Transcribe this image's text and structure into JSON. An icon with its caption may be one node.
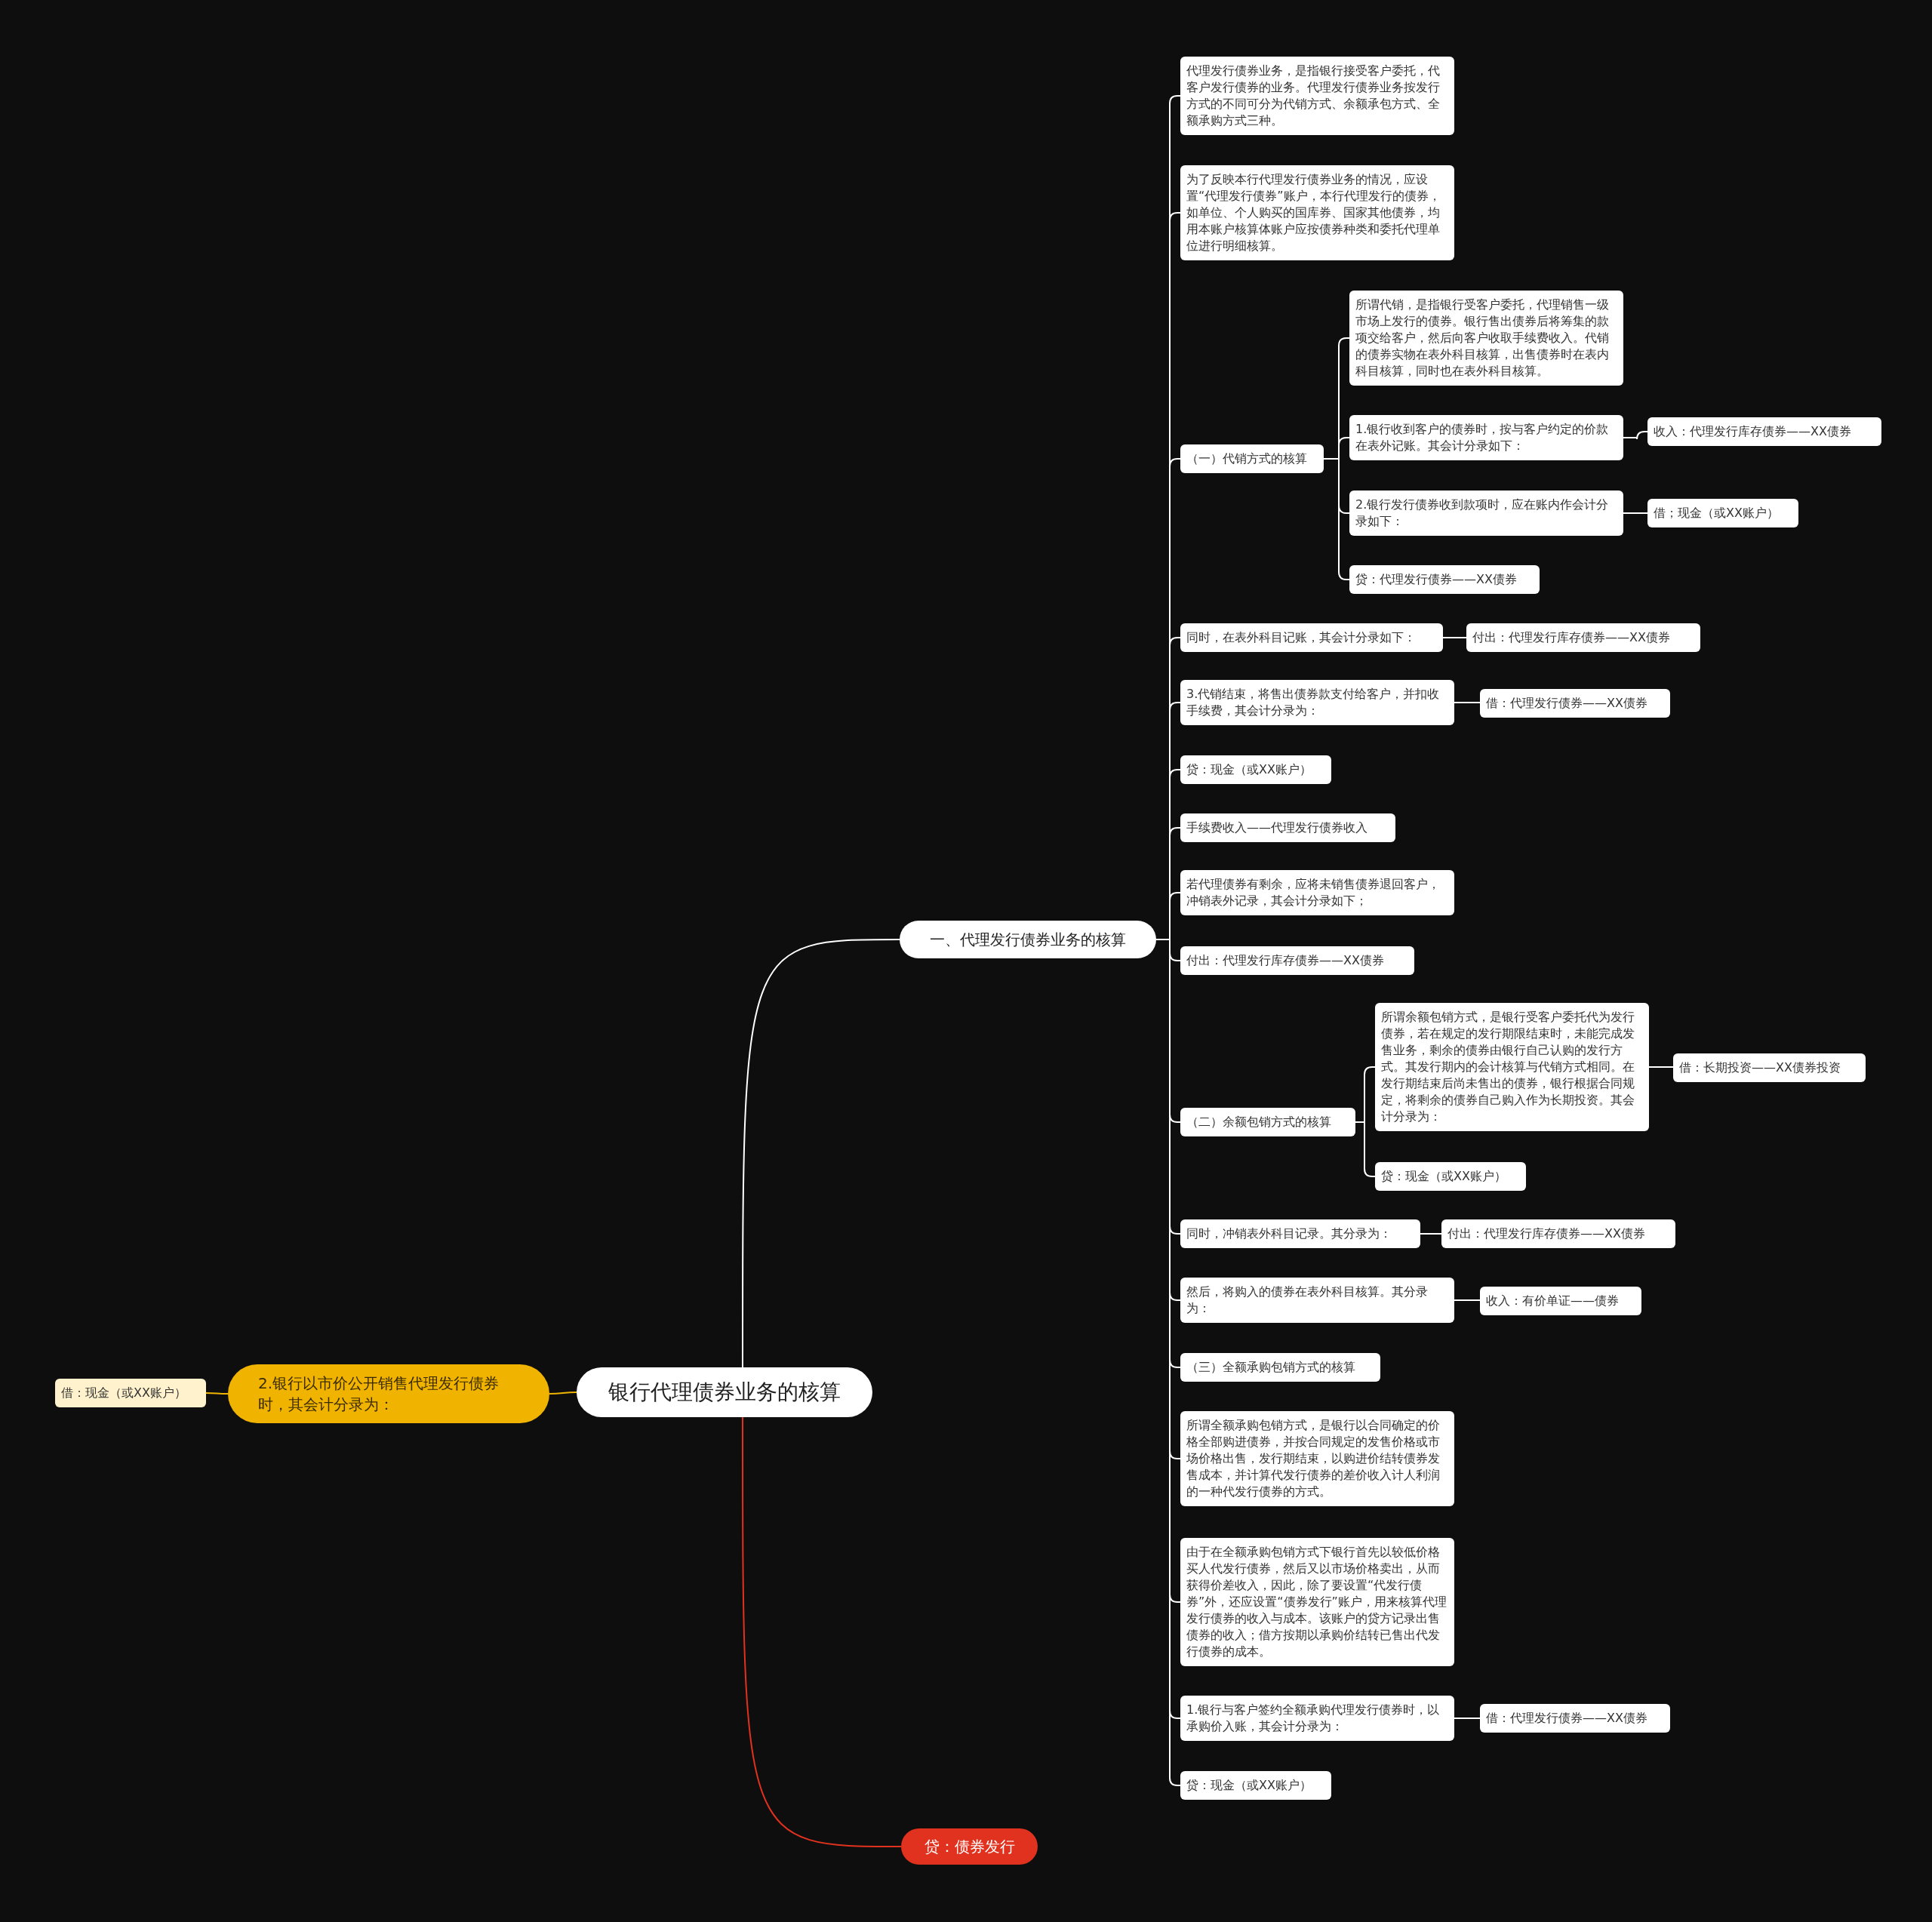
{
  "diagram": {
    "nodes": [
      {
        "text": [
          "银行代理债券业务的核算"
        ]
      },
      {
        "text": [
          "一、代理发行债券业务的核算"
        ]
      },
      {
        "text": [
          "代理发行债券业务，是指银行接受客户委托，代客户发行债券的业务。代理发行债券业务按发行方式的不同可分为代销方式、余额承包方式、全额承购方式三种。"
        ]
      },
      {
        "text": [
          "为了反映本行代理发行债券业务的情况，应设置“代理发行债券”账户，本行代理发行的债券，如单位、个人购买的国库券、国家其他债券，均用本账户核算体账户应按债券种类和委托代理单位进行明细核算。"
        ]
      },
      {
        "text": [
          "（一）代销方式的核算"
        ]
      },
      {
        "text": [
          "所谓代销，是指银行受客户委托，代理销售一级市场上发行的债券。银行售出债券后将筹集的款项交给客户，然后向客户收取手续费收入。代销的债券实物在表外科目核算，出售债券时在表内科目核算，同时也在表外科目核算。"
        ]
      },
      {
        "text": [
          "1.银行收到客户的债券时，按与客户约定的价款在表外记账。其会计分录如下："
        ]
      },
      {
        "text": [
          "收入：代理发行库存债券——XX债券"
        ]
      },
      {
        "text": [
          "2.银行发行债券收到款项时，应在账内作会计分录如下："
        ]
      },
      {
        "text": [
          "借；现金（或XX账户）"
        ]
      },
      {
        "text": [
          "贷：代理发行债券——XX债券"
        ]
      },
      {
        "text": [
          "同时，在表外科目记账，其会计分录如下："
        ]
      },
      {
        "text": [
          "付出：代理发行库存债券——XX债券"
        ]
      },
      {
        "text": [
          "3.代销结束，将售出债券款支付给客户，并扣收手续费，其会计分录为："
        ]
      },
      {
        "text": [
          "借：代理发行债券——XX债券"
        ]
      },
      {
        "text": [
          "贷：现金（或XX账户）"
        ]
      },
      {
        "text": [
          "手续费收入——代理发行债券收入"
        ]
      },
      {
        "text": [
          "若代理债券有剩余，应将未销售债券退回客户，冲销表外记录，其会计分录如下；"
        ]
      },
      {
        "text": [
          "付出：代理发行库存债券——XX债券"
        ]
      },
      {
        "text": [
          "（二）余额包销方式的核算"
        ]
      },
      {
        "text": [
          "所谓余额包销方式，是银行受客户委托代为发行债券，若在规定的发行期限结束时，未能完成发售业务，剩余的债券由银行自己认购的发行方式。其发行期内的会计核算与代销方式相同。在发行期结束后尚未售出的债券，银行根据合同规定，将剩余的债券自己购入作为长期投资。其会计分录为："
        ]
      },
      {
        "text": [
          "借：长期投资——XX债券投资"
        ]
      },
      {
        "text": [
          "贷：现金（或XX账户）"
        ]
      },
      {
        "text": [
          "同时，冲销表外科目记录。其分录为："
        ]
      },
      {
        "text": [
          "付出：代理发行库存债券——XX债券"
        ]
      },
      {
        "text": [
          "然后，将购入的债券在表外科目核算。其分录为："
        ]
      },
      {
        "text": [
          "收入：有价单证——债券"
        ]
      },
      {
        "text": [
          "（三）全额承购包销方式的核算"
        ]
      },
      {
        "text": [
          "所谓全额承购包销方式，是银行以合同确定的价格全部购进债券，并按合同规定的发售价格或市场价格出售，发行期结束，以购进价结转债券发售成本，并计算代发行债券的差价收入计人利润的一种代发行债券的方式。"
        ]
      },
      {
        "text": [
          "由于在全额承购包销方式下银行首先以较低价格买人代发行债券，然后又以市场价格卖出，从而获得价差收入，因此，除了要设置“代发行债券”外，还应设置“债券发行”账户，用来核算代理发行债券的收入与成本。该账户的贷方记录出售债券的收入；借方按期以承购价结转已售出代发行债券的成本。"
        ]
      },
      {
        "text": [
          "1.银行与客户签约全额承购代理发行债券时，以承购价入账，其会计分录为："
        ]
      },
      {
        "text": [
          "借：代理发行债券——XX债券"
        ]
      },
      {
        "text": [
          "贷：现金（或XX账户）"
        ]
      },
      {
        "text": [
          "2.银行以市价公开销售代理发行债券时，其会计分录为："
        ]
      },
      {
        "text": [
          "借：现金（或XX账户）"
        ]
      },
      {
        "text": [
          "贷：债券发行"
        ]
      }
    ],
    "edges": [
      {
        "from": 0,
        "to": 1,
        "arrow": "none"
      },
      {
        "from": 1,
        "to": 2,
        "arrow": "none"
      },
      {
        "from": 1,
        "to": 3,
        "arrow": "none"
      },
      {
        "from": 1,
        "to": 4,
        "arrow": "none"
      },
      {
        "from": 4,
        "to": 5,
        "arrow": "none"
      },
      {
        "from": 4,
        "to": 6,
        "arrow": "none"
      },
      {
        "from": 6,
        "to": 7,
        "arrow": "none"
      },
      {
        "from": 4,
        "to": 8,
        "arrow": "none"
      },
      {
        "from": 8,
        "to": 9,
        "arrow": "none"
      },
      {
        "from": 4,
        "to": 10,
        "arrow": "none"
      },
      {
        "from": 1,
        "to": 11,
        "arrow": "none"
      },
      {
        "from": 11,
        "to": 12,
        "arrow": "none"
      },
      {
        "from": 1,
        "to": 13,
        "arrow": "none"
      },
      {
        "from": 13,
        "to": 14,
        "arrow": "none"
      },
      {
        "from": 1,
        "to": 15,
        "arrow": "none"
      },
      {
        "from": 1,
        "to": 16,
        "arrow": "none"
      },
      {
        "from": 1,
        "to": 17,
        "arrow": "none"
      },
      {
        "from": 1,
        "to": 18,
        "arrow": "none"
      },
      {
        "from": 1,
        "to": 19,
        "arrow": "none"
      },
      {
        "from": 19,
        "to": 20,
        "arrow": "none"
      },
      {
        "from": 20,
        "to": 21,
        "arrow": "none"
      },
      {
        "from": 19,
        "to": 22,
        "arrow": "none"
      },
      {
        "from": 1,
        "to": 23,
        "arrow": "none"
      },
      {
        "from": 23,
        "to": 24,
        "arrow": "none"
      },
      {
        "from": 1,
        "to": 25,
        "arrow": "none"
      },
      {
        "from": 25,
        "to": 26,
        "arrow": "none"
      },
      {
        "from": 1,
        "to": 27,
        "arrow": "none"
      },
      {
        "from": 1,
        "to": 28,
        "arrow": "none"
      },
      {
        "from": 1,
        "to": 29,
        "arrow": "none"
      },
      {
        "from": 1,
        "to": 30,
        "arrow": "none"
      },
      {
        "from": 30,
        "to": 31,
        "arrow": "none"
      },
      {
        "from": 1,
        "to": 32,
        "arrow": "none"
      },
      {
        "from": 0,
        "to": 33,
        "arrow": "none",
        "color": "#f0b400"
      },
      {
        "from": 33,
        "to": 34,
        "arrow": "none",
        "color": "#f0b400"
      },
      {
        "from": 0,
        "to": 35,
        "arrow": "none",
        "color": "#e0321e"
      }
    ]
  }
}
